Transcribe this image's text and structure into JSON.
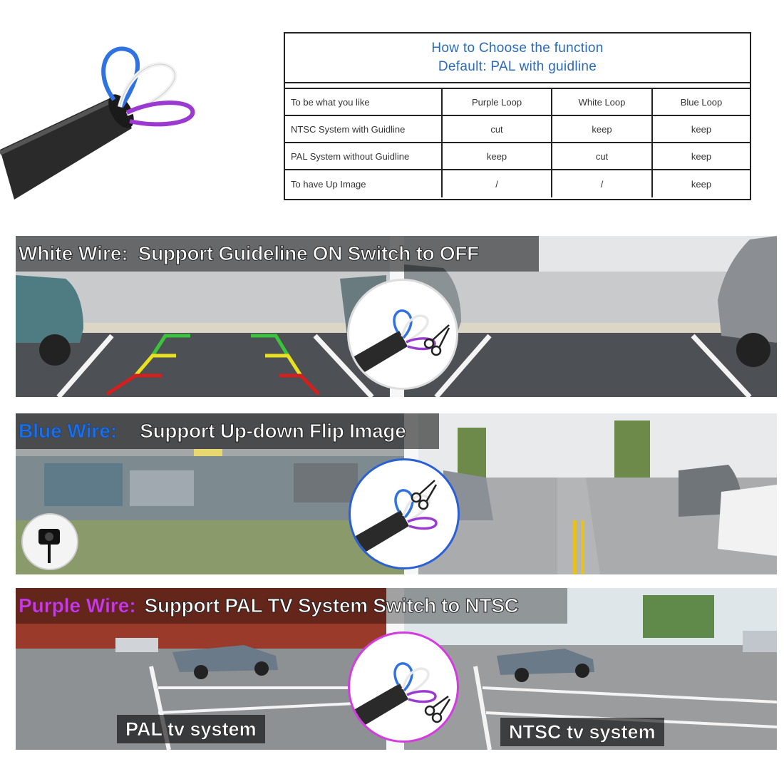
{
  "table": {
    "title_line1": "How to Choose the function",
    "title_line2": "Default: PAL with guidline",
    "headers": [
      "To be what you like",
      "Purple Loop",
      "White Loop",
      "Blue Loop"
    ],
    "rows": [
      [
        "NTSC System with Guidline",
        "cut",
        "keep",
        "keep"
      ],
      [
        "PAL System without Guidline",
        "keep",
        "cut",
        "keep"
      ],
      [
        "To have Up Image",
        "/",
        "/",
        "keep"
      ]
    ]
  },
  "panels": {
    "white": {
      "wire": "White Wire:",
      "caption": "Support Guideline ON Switch to OFF"
    },
    "blue": {
      "wire": "Blue Wire:",
      "caption": "Support Up-down Flip Image"
    },
    "purple": {
      "wire": "Purple Wire:",
      "caption": "Support PAL TV System Switch to NTSC",
      "left_label": "PAL tv system",
      "right_label": "NTSC tv system"
    }
  },
  "colors": {
    "table_title": "#2a6bb8",
    "blue_wire": "#1f6fe0",
    "purple_wire": "#c93be0",
    "white_wire": "#ffffff",
    "guideline_green": "#3cc23c",
    "guideline_yellow": "#e8e020",
    "guideline_red": "#d02020"
  },
  "icons": [
    "cable-loops-icon",
    "scissors-icon",
    "camera-icon"
  ]
}
